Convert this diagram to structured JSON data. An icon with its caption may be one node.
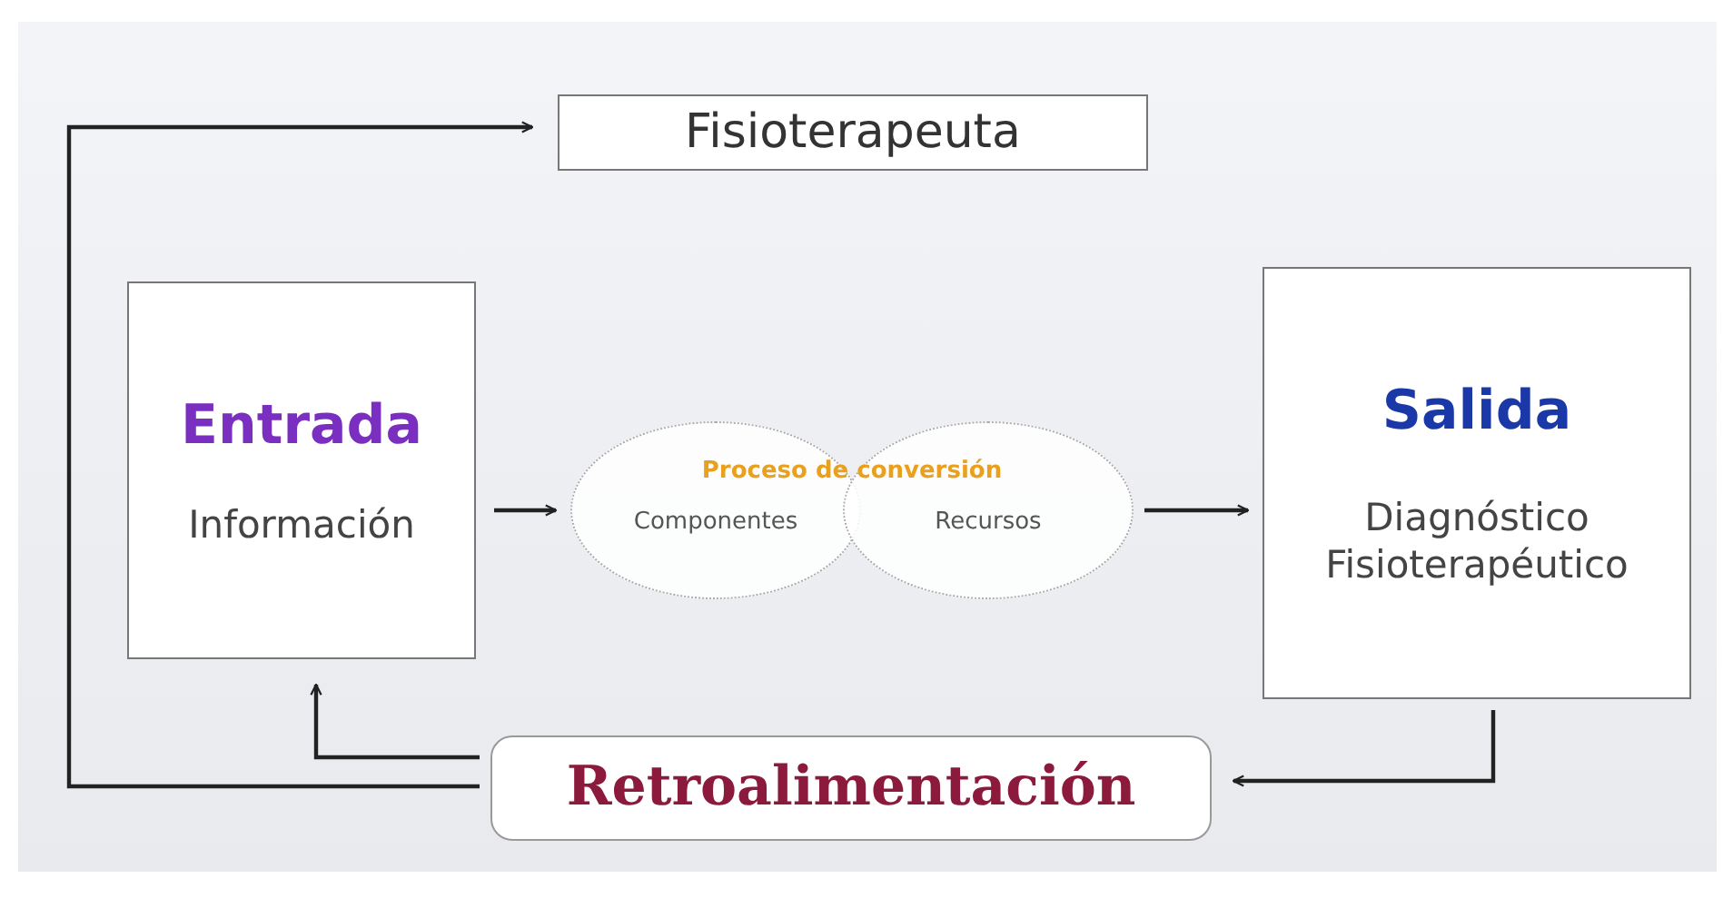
{
  "diagram": {
    "nodes": [
      {
        "text": [
          "Fisioterapeuta"
        ]
      },
      {
        "text": [
          "Entrada",
          "Información"
        ]
      },
      {
        "text": [
          "Componentes"
        ]
      },
      {
        "text": [
          "Recursos"
        ]
      },
      {
        "text": [
          "Salida",
          "Diagnóstico Fisioterapéutico"
        ]
      },
      {
        "text": [
          "Retroalimentación"
        ]
      }
    ],
    "edges": [
      {
        "from": 1,
        "to": 2,
        "arrow": "to"
      },
      {
        "from": 3,
        "to": 4,
        "arrow": "to"
      },
      {
        "from": 4,
        "to": 5,
        "arrow": "to"
      },
      {
        "from": 5,
        "to": 1,
        "arrow": "to"
      },
      {
        "from": 5,
        "to": 0,
        "arrow": "to"
      }
    ],
    "labels": [
      "Proceso de conversión"
    ]
  }
}
